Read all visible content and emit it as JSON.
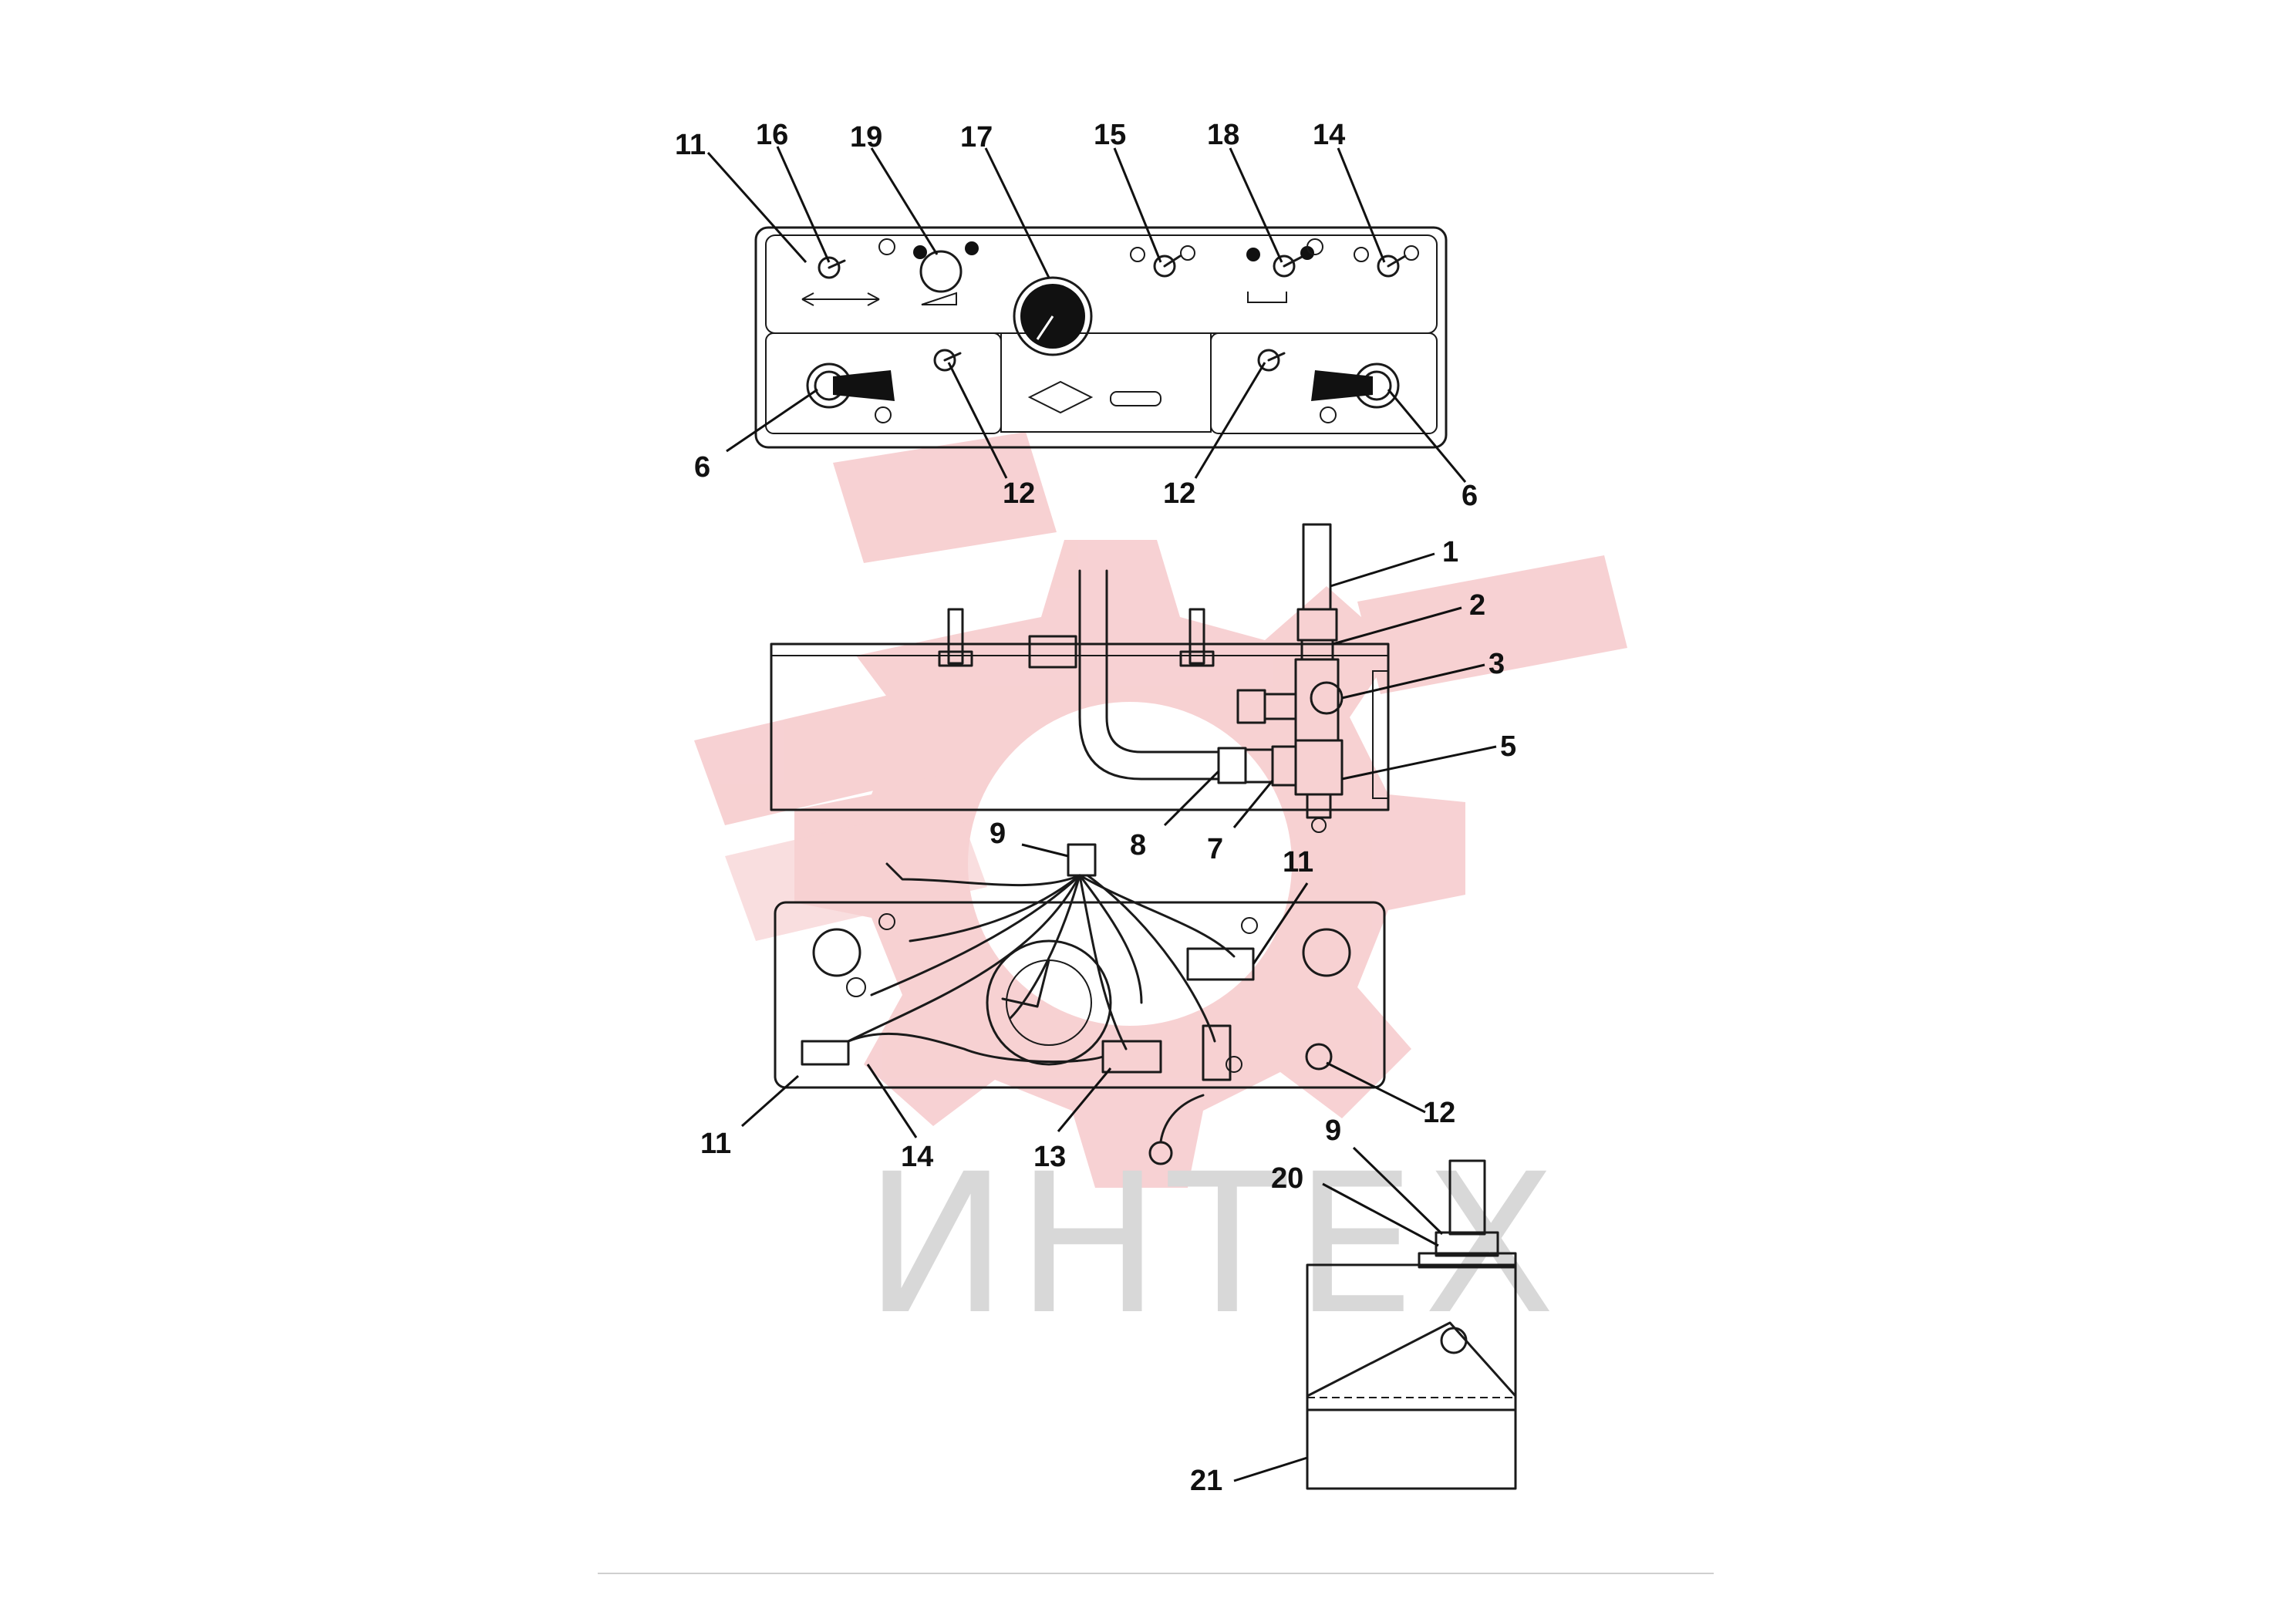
{
  "watermark": {
    "text": "ИНТЕХ",
    "logo_color": "#f6c9cb",
    "text_color": "#d6d6d6"
  },
  "callouts": {
    "c11_top": "11",
    "c16": "16",
    "c19": "19",
    "c17": "17",
    "c15": "15",
    "c18": "18",
    "c14_top": "14",
    "c6_left": "6",
    "c12_left": "12",
    "c12_right": "12",
    "c6_right": "6",
    "c1": "1",
    "c2": "2",
    "c3": "3",
    "c5": "5",
    "c8": "8",
    "c7": "7",
    "c9_top": "9",
    "c11_mid": "11",
    "c12_mid": "12",
    "c11_bottom": "11",
    "c14_bottom": "14",
    "c13": "13",
    "c9_bottom": "9",
    "c20": "20",
    "c21": "21"
  }
}
